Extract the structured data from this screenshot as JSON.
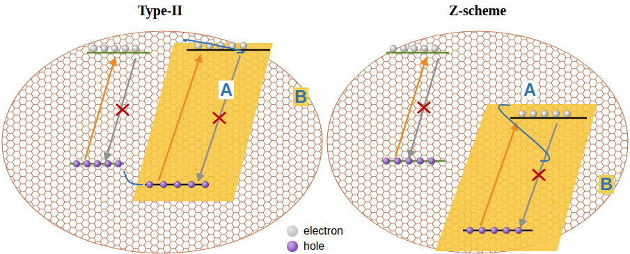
{
  "diagram": {
    "nodes": [
      {
        "text": [
          "Type-II"
        ]
      },
      {
        "text": [
          "A"
        ],
        "in": 0
      },
      {
        "text": [
          "B"
        ],
        "in": 0
      },
      {
        "text": [
          "Z-scheme"
        ]
      },
      {
        "text": [
          "A"
        ],
        "in": 3
      },
      {
        "text": [
          "B"
        ],
        "in": 3
      }
    ],
    "edges": [
      {
        "from": 1,
        "to": 2,
        "arrow": "none"
      },
      {
        "from": 1,
        "to": 2,
        "arrow": "none"
      },
      {
        "from": 5,
        "to": 4,
        "arrow": "none"
      }
    ],
    "legend": [
      {
        "text": "electron",
        "color": "#bdbdbd"
      },
      {
        "text": "hole",
        "color": "#7a3fb5"
      }
    ]
  }
}
